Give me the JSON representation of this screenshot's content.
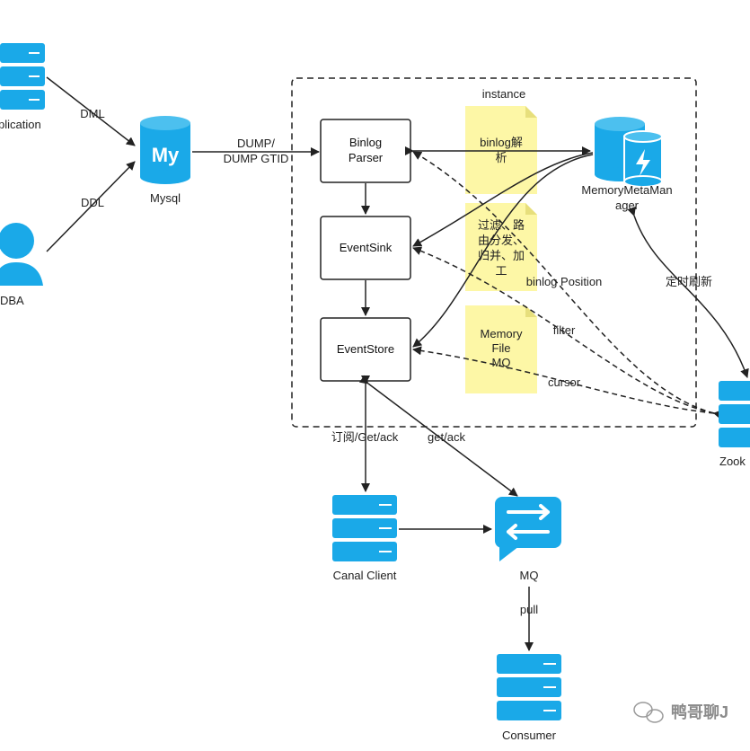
{
  "nodes": {
    "application": "plication",
    "dba": "DBA",
    "mysql": "Mysql",
    "mysql_logo": "My",
    "instance": "instance",
    "binlog_parser": [
      "Binlog",
      "Parser"
    ],
    "event_sink": "EventSink",
    "event_store": "EventStore",
    "memory_meta_manager": [
      "MemoryMetaMan",
      "ager"
    ],
    "zookeeper": "Zook",
    "canal_client": "Canal Client",
    "mq": "MQ",
    "consumer": "Consumer"
  },
  "notes": {
    "binlog_parse": [
      "binlog解",
      "析"
    ],
    "filter_route": [
      "过滤、路",
      "由分发、",
      "归并、加",
      "工"
    ],
    "storage": [
      "Memory",
      "File",
      "MQ"
    ]
  },
  "edges": {
    "dml": "DML",
    "ddl": "DDL",
    "dump": [
      "DUMP/",
      "DUMP GTID"
    ],
    "binlog_position": "binlog Position",
    "filter": "filter",
    "cursor": "cursor",
    "refresh": "定时刷新",
    "subscribe": "订阅/Get/ack",
    "get_ack": "get/ack",
    "pull": "pull"
  },
  "watermark": "鸭哥聊J",
  "colors": {
    "accent": "#1aa9e8",
    "note_fill": "#fdf7a6",
    "note_fold": "#e7df7c",
    "line": "#222222"
  }
}
